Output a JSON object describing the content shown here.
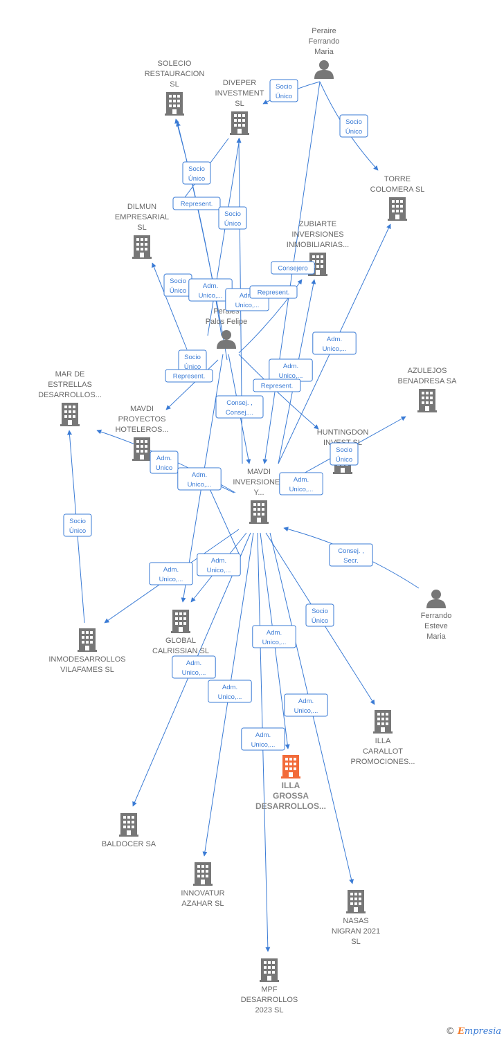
{
  "colors": {
    "edge": "#3a7bd5",
    "node": "#777777",
    "focus": "#f26b3a"
  },
  "nodes": [
    {
      "id": "peraire",
      "type": "person",
      "lines": [
        "Peraire",
        "Ferrando",
        "Maria"
      ]
    },
    {
      "id": "solecio",
      "type": "company",
      "lines": [
        "SOLECIO",
        "RESTAURACION",
        "SL"
      ]
    },
    {
      "id": "diveper",
      "type": "company",
      "lines": [
        "DIVEPER",
        "INVESTMENT",
        "SL"
      ]
    },
    {
      "id": "torre",
      "type": "company",
      "lines": [
        "TORRE",
        "COLOMERA  SL"
      ]
    },
    {
      "id": "dilmun",
      "type": "company",
      "lines": [
        "DILMUN",
        "EMPRESARIAL",
        "SL"
      ]
    },
    {
      "id": "zubiarte",
      "type": "company",
      "lines": [
        "ZUBIARTE",
        "INVERSIONES",
        "INMOBILIARIAS..."
      ]
    },
    {
      "id": "perales",
      "type": "person",
      "lines": [
        "Perales",
        "Palos Felipe"
      ]
    },
    {
      "id": "mardeestrellas",
      "type": "company",
      "lines": [
        "MAR DE",
        "ESTRELLAS",
        "DESARROLLOS..."
      ]
    },
    {
      "id": "azulejos",
      "type": "company",
      "lines": [
        "AZULEJOS",
        "BENADRESA SA"
      ]
    },
    {
      "id": "mavdiproyectos",
      "type": "company",
      "lines": [
        "MAVDI",
        "PROYECTOS",
        "HOTELEROS..."
      ]
    },
    {
      "id": "huntingdon",
      "type": "company",
      "lines": [
        "HUNTINGDON",
        "INVEST  SL"
      ]
    },
    {
      "id": "mavdiinversiones",
      "type": "company",
      "lines": [
        "MAVDI",
        "INVERSIONES",
        "Y..."
      ]
    },
    {
      "id": "ferrando",
      "type": "person",
      "lines": [
        "Ferrando",
        "Esteve",
        "Maria"
      ]
    },
    {
      "id": "global",
      "type": "company",
      "lines": [
        "GLOBAL",
        "CALRISSIAN  SL"
      ]
    },
    {
      "id": "inmodesarrollos",
      "type": "company",
      "lines": [
        "INMODESARROLLOS",
        "VILAFAMES  SL"
      ]
    },
    {
      "id": "illacarallot",
      "type": "company",
      "lines": [
        "ILLA",
        "CARALLOT",
        "PROMOCIONES..."
      ]
    },
    {
      "id": "illagrossa",
      "type": "focus",
      "lines": [
        "ILLA",
        "GROSSA",
        "DESARROLLOS..."
      ]
    },
    {
      "id": "baldocer",
      "type": "company",
      "lines": [
        "BALDOCER SA"
      ]
    },
    {
      "id": "innovatur",
      "type": "company",
      "lines": [
        "INNOVATUR",
        "AZAHAR  SL"
      ]
    },
    {
      "id": "nasas",
      "type": "company",
      "lines": [
        "NASAS",
        "NIGRAN 2021",
        "SL"
      ]
    },
    {
      "id": "mpf",
      "type": "company",
      "lines": [
        "MPF",
        "DESARROLLOS",
        "2023  SL"
      ]
    }
  ],
  "relations": [
    {
      "lines": [
        "Socio",
        "Único"
      ]
    },
    {
      "lines": [
        "Socio",
        "Único"
      ]
    },
    {
      "lines": [
        "Socio",
        "Único"
      ]
    },
    {
      "lines": [
        "Represent."
      ]
    },
    {
      "lines": [
        "Socio",
        "Único"
      ]
    },
    {
      "lines": [
        "Consejero"
      ]
    },
    {
      "lines": [
        "Socio",
        "Único"
      ]
    },
    {
      "lines": [
        "Adm.",
        "Unico,..."
      ]
    },
    {
      "lines": [
        "Adm.",
        "Unico,..."
      ]
    },
    {
      "lines": [
        "Represent."
      ]
    },
    {
      "lines": [
        "Adm.",
        "Unico,..."
      ]
    },
    {
      "lines": [
        "Socio",
        "Único"
      ]
    },
    {
      "lines": [
        "Represent."
      ]
    },
    {
      "lines": [
        "Adm.",
        "Unico,..."
      ]
    },
    {
      "lines": [
        "Represent."
      ]
    },
    {
      "lines": [
        "Consej. ,",
        "Consej...."
      ]
    },
    {
      "lines": [
        "Socio",
        "Único"
      ]
    },
    {
      "lines": [
        "Adm.",
        "Unico"
      ]
    },
    {
      "lines": [
        "Adm.",
        "Unico,..."
      ]
    },
    {
      "lines": [
        "Adm.",
        "Unico,..."
      ]
    },
    {
      "lines": [
        "Socio",
        "Único"
      ]
    },
    {
      "lines": [
        "Consej. ,",
        "Secr."
      ]
    },
    {
      "lines": [
        "Adm.",
        "Unico,..."
      ]
    },
    {
      "lines": [
        "Adm.",
        "Unico,..."
      ]
    },
    {
      "lines": [
        "Adm.",
        "Unico,..."
      ]
    },
    {
      "lines": [
        "Socio",
        "Único"
      ]
    },
    {
      "lines": [
        "Adm.",
        "Unico,..."
      ]
    },
    {
      "lines": [
        "Adm.",
        "Unico,..."
      ]
    },
    {
      "lines": [
        "Adm.",
        "Unico,..."
      ]
    },
    {
      "lines": [
        "Adm.",
        "Unico,..."
      ]
    }
  ],
  "footer": {
    "copyright": "©",
    "brand_initial": "E",
    "brand_rest": "mpresia"
  }
}
